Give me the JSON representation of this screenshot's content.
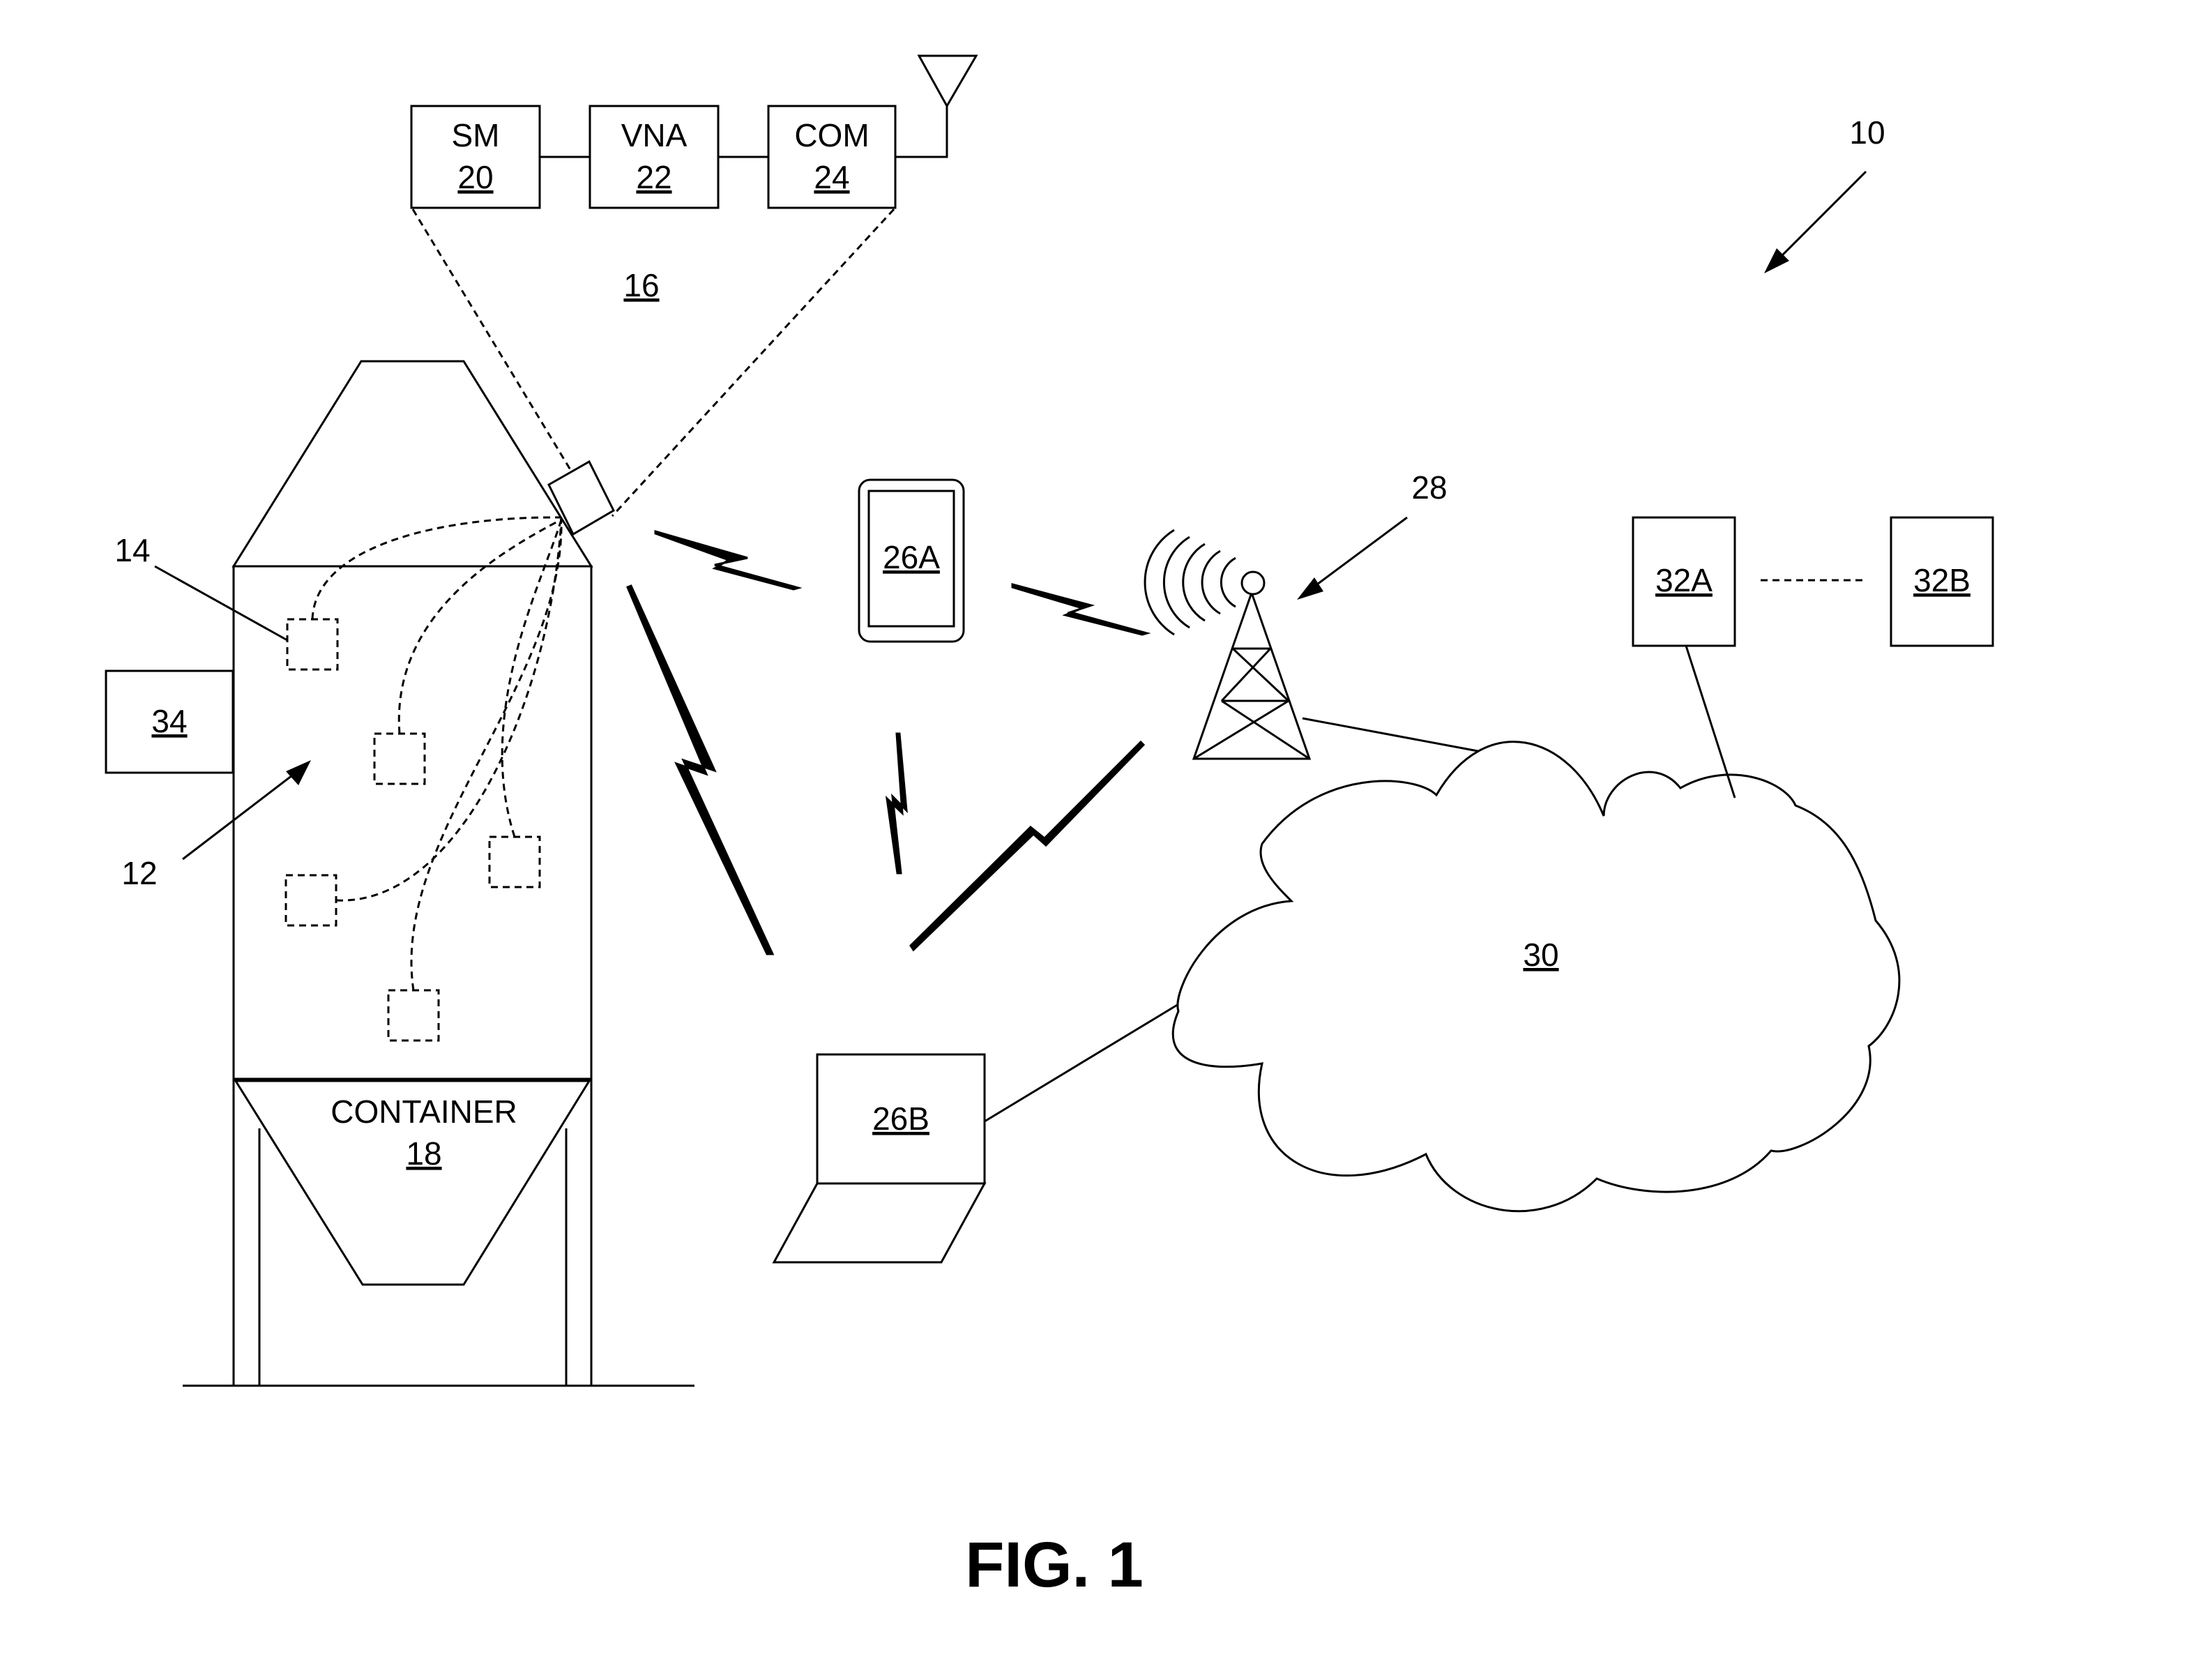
{
  "figure": {
    "title": "FIG. 1",
    "ref_system": "10",
    "ref_sensors": "12",
    "ref_sensor": "14",
    "ref_module": "16",
    "ref_tower": "28",
    "ref_34": "34",
    "sm": {
      "name": "SM",
      "ref": "20"
    },
    "vna": {
      "name": "VNA",
      "ref": "22"
    },
    "com": {
      "name": "COM",
      "ref": "24"
    },
    "container": {
      "name": "CONTAINER",
      "ref": "18"
    },
    "device_a": "26A",
    "device_b": "26B",
    "network": "30",
    "server_a": "32A",
    "server_b": "32B"
  }
}
